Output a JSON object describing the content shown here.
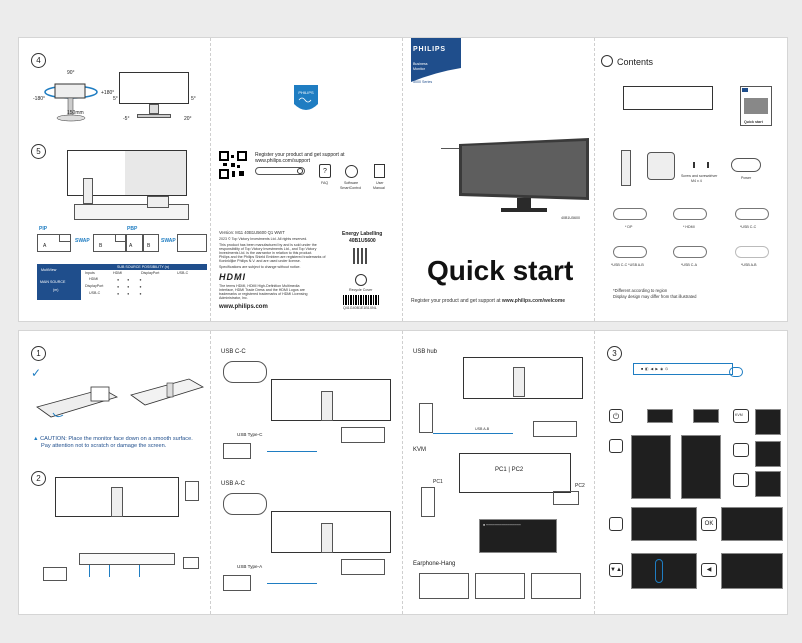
{
  "top_left": {
    "step4": "4",
    "step5": "5",
    "rot_top": "90°",
    "rot_left": "-180°",
    "rot_right": "+180°",
    "height_label": "150mm",
    "tilt_left": "5°",
    "tilt_mid": "-5°",
    "tilt_right1": "5°",
    "tilt_right2": "20°",
    "pip_label": "PIP",
    "pbp_label": "PBP",
    "swap1": "SWAP",
    "swap2": "SWAP",
    "a": "A",
    "b": "B",
    "table_head": "SUB SOURCE POSSIBILITY (n)",
    "table_multiview": "MultiView",
    "table_inputs": "Inputs",
    "table_main": "MAIN SOURCE",
    "table_m": "(m)",
    "row1": "HDMI",
    "row2": "DisplayPort",
    "row3": "USB-C",
    "col_hdmi": "HDMI",
    "col_dp": "DisplayPort",
    "col_usbc": "USB-C"
  },
  "registration": {
    "register_text": "Register your product and get support at",
    "register_url": "www.philips.com/support",
    "faq": "FAQ",
    "software": "Software",
    "smartcontrol": "SmartControl",
    "user": "User",
    "manual": "Manual",
    "version": "Version: M11 40B1U5600 Q1 WWT",
    "copyright": "2023 © Top Victory Investments Ltd. All rights reserved.",
    "legal1": "This product has been manufactured by and is sold under the",
    "legal2": "responsibility of Top Victory Investments Ltd., and Top Victory",
    "legal3": "Investments Ltd. is the warrantor in relation to this product.",
    "legal4": "Philips and the Philips Shield Emblem are registered trademarks of",
    "legal5": "Koninklijke Philips N.V. and are used under license.",
    "spec_note": "Specifications are subject to change without notice.",
    "hdmi_logo": "HDMI",
    "hdmi1": "The terms HDMI, HDMI High-Definition Multimedia",
    "hdmi2": "Interface, HDMI Trade Dress and the HDMI Logos are",
    "hdmi3": "trademarks or registered trademarks of HDMI Licensing",
    "hdmi4": "Administrator, Inc.",
    "website": "www.philips.com",
    "energy_title": "Energy Labelling",
    "energy_model": "40B1U5600",
    "recycle": "Recycle Cover",
    "barcode_text": "Q41G40B1E1B1XNL"
  },
  "cover": {
    "brand": "PHILIPS",
    "business1": "Business",
    "business2": "Monitor",
    "series": "5000 Series",
    "model": "40B1U5600",
    "title": "Quick start",
    "register_prefix": "Register your product and get support at ",
    "register_url": "www.philips.com/welcome"
  },
  "contents": {
    "title": "Contents",
    "booklet": "Quick start",
    "screws": "Screw and screwdriver",
    "screws_size": "M4 x 4",
    "power": "Power",
    "dp": "* DP",
    "hdmi": "* HDMI",
    "usbcc": "*USB C-C",
    "usbca": "*USB C-C *USB A-B",
    "usbca2": "*USB C-A",
    "usbab": "*USB A-B",
    "note1": "*Different according to region",
    "note2": "Display design may differ from that illustrated"
  },
  "bottom": {
    "step1": "1",
    "step2": "2",
    "step3": "3",
    "caution1": "CAUTION: Place the monitor face down on a smooth surface.",
    "caution2": "Pay attention not to scratch or damage the screen.",
    "usbcc": "USB C-C",
    "usbtypec": "USB Type-C",
    "usbac": "USB A-C",
    "usbtypea": "USB Type-A",
    "usbhub": "USB hub",
    "usbab": "USB A-B",
    "kvm": "KVM",
    "pc1pc2": "PC1 | PC2",
    "pc1": "PC1",
    "pc2": "PC2",
    "earphone": "Earphone-Hang",
    "ok": "OK",
    "kvm_btn": "KVM"
  }
}
